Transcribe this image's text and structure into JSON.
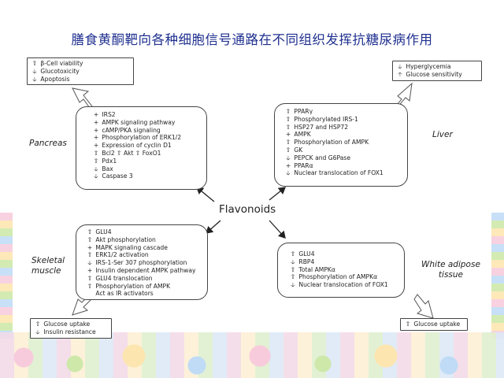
{
  "title": "膳食黄酮靶向各种细胞信号通路在不同组织发挥抗糖尿病作用",
  "center": "Flavonoids",
  "tissues": {
    "pancreas": "Pancreas",
    "liver": "Liver",
    "skeletal_line1": "Skeletal",
    "skeletal_line2": "muscle",
    "white_adipose_line1": "White adipose",
    "white_adipose_line2": "tissue"
  },
  "outcomes": {
    "pancreas": [
      {
        "marker": "⇧",
        "text": "β-Cell viability"
      },
      {
        "marker": "🡣",
        "text": "Glucotoxicity"
      },
      {
        "marker": "🡣",
        "text": "Apoptosis"
      }
    ],
    "liver": [
      {
        "marker": "🡣",
        "text": "Hyperglycemia"
      },
      {
        "marker": "🡡",
        "text": "Glucose sensitivity"
      }
    ],
    "skeletal": [
      {
        "marker": "⇧",
        "text": "Glucose uptake"
      },
      {
        "marker": "🡣",
        "text": "Insulin resistance"
      }
    ],
    "adipose": [
      {
        "marker": "⇧",
        "text": "Glucose uptake"
      }
    ]
  },
  "mechanisms": {
    "pancreas": [
      {
        "marker": "+",
        "text": "IRS2"
      },
      {
        "marker": "+",
        "text": "AMPK signaling pathway"
      },
      {
        "marker": "+",
        "text": "cAMP/PKA signaling"
      },
      {
        "marker": "+",
        "text": "Phosphorylation of ERK1/2"
      },
      {
        "marker": "+",
        "text": "Expression of cyclin D1"
      },
      {
        "marker": "⇧",
        "text": "Bcl2  ⇧ Akt   ⇧ FoxO1"
      },
      {
        "marker": "⇧",
        "text": "Pdx1"
      },
      {
        "marker": "🡣",
        "text": "Bax"
      },
      {
        "marker": "🡣",
        "text": "Caspase 3"
      }
    ],
    "liver": [
      {
        "marker": "⇧",
        "text": "PPARγ"
      },
      {
        "marker": "⇧",
        "text": "Phosphorylated IRS-1"
      },
      {
        "marker": "⇧",
        "text": "HSP27 and HSP72"
      },
      {
        "marker": "+",
        "text": "AMPK"
      },
      {
        "marker": "⇧",
        "text": "Phosphorylation of AMPK"
      },
      {
        "marker": "⇧",
        "text": "GK"
      },
      {
        "marker": "🡣",
        "text": "PEPCK and G6Pase"
      },
      {
        "marker": "+",
        "text": "PPARα"
      },
      {
        "marker": "🡣",
        "text": "Nuclear translocation of FOX1"
      }
    ],
    "skeletal": [
      {
        "marker": "⇧",
        "text": "GLU4"
      },
      {
        "marker": "⇧",
        "text": "Akt phosphorylation"
      },
      {
        "marker": "+",
        "text": "MAPK signaling cascade"
      },
      {
        "marker": "⇧",
        "text": "ERK1/2 activation"
      },
      {
        "marker": "🡣",
        "text": "IRS-1-Ser 307 phosphorylation"
      },
      {
        "marker": "+",
        "text": "Insulin dependent AMPK pathway"
      },
      {
        "marker": "⇧",
        "text": "GLU4 translocation"
      },
      {
        "marker": "⇧",
        "text": "Phosphorylation of AMPK"
      },
      {
        "marker": "",
        "text": "Act as IR activators"
      }
    ],
    "adipose": [
      {
        "marker": "⇧",
        "text": "GLU4"
      },
      {
        "marker": "🡣",
        "text": "RBP4"
      },
      {
        "marker": "⇧",
        "text": "Total AMPKα"
      },
      {
        "marker": "⇧",
        "text": "Phosphorylation of AMPKα"
      },
      {
        "marker": "🡣",
        "text": "Nuclear translocation of FOX1"
      }
    ]
  }
}
